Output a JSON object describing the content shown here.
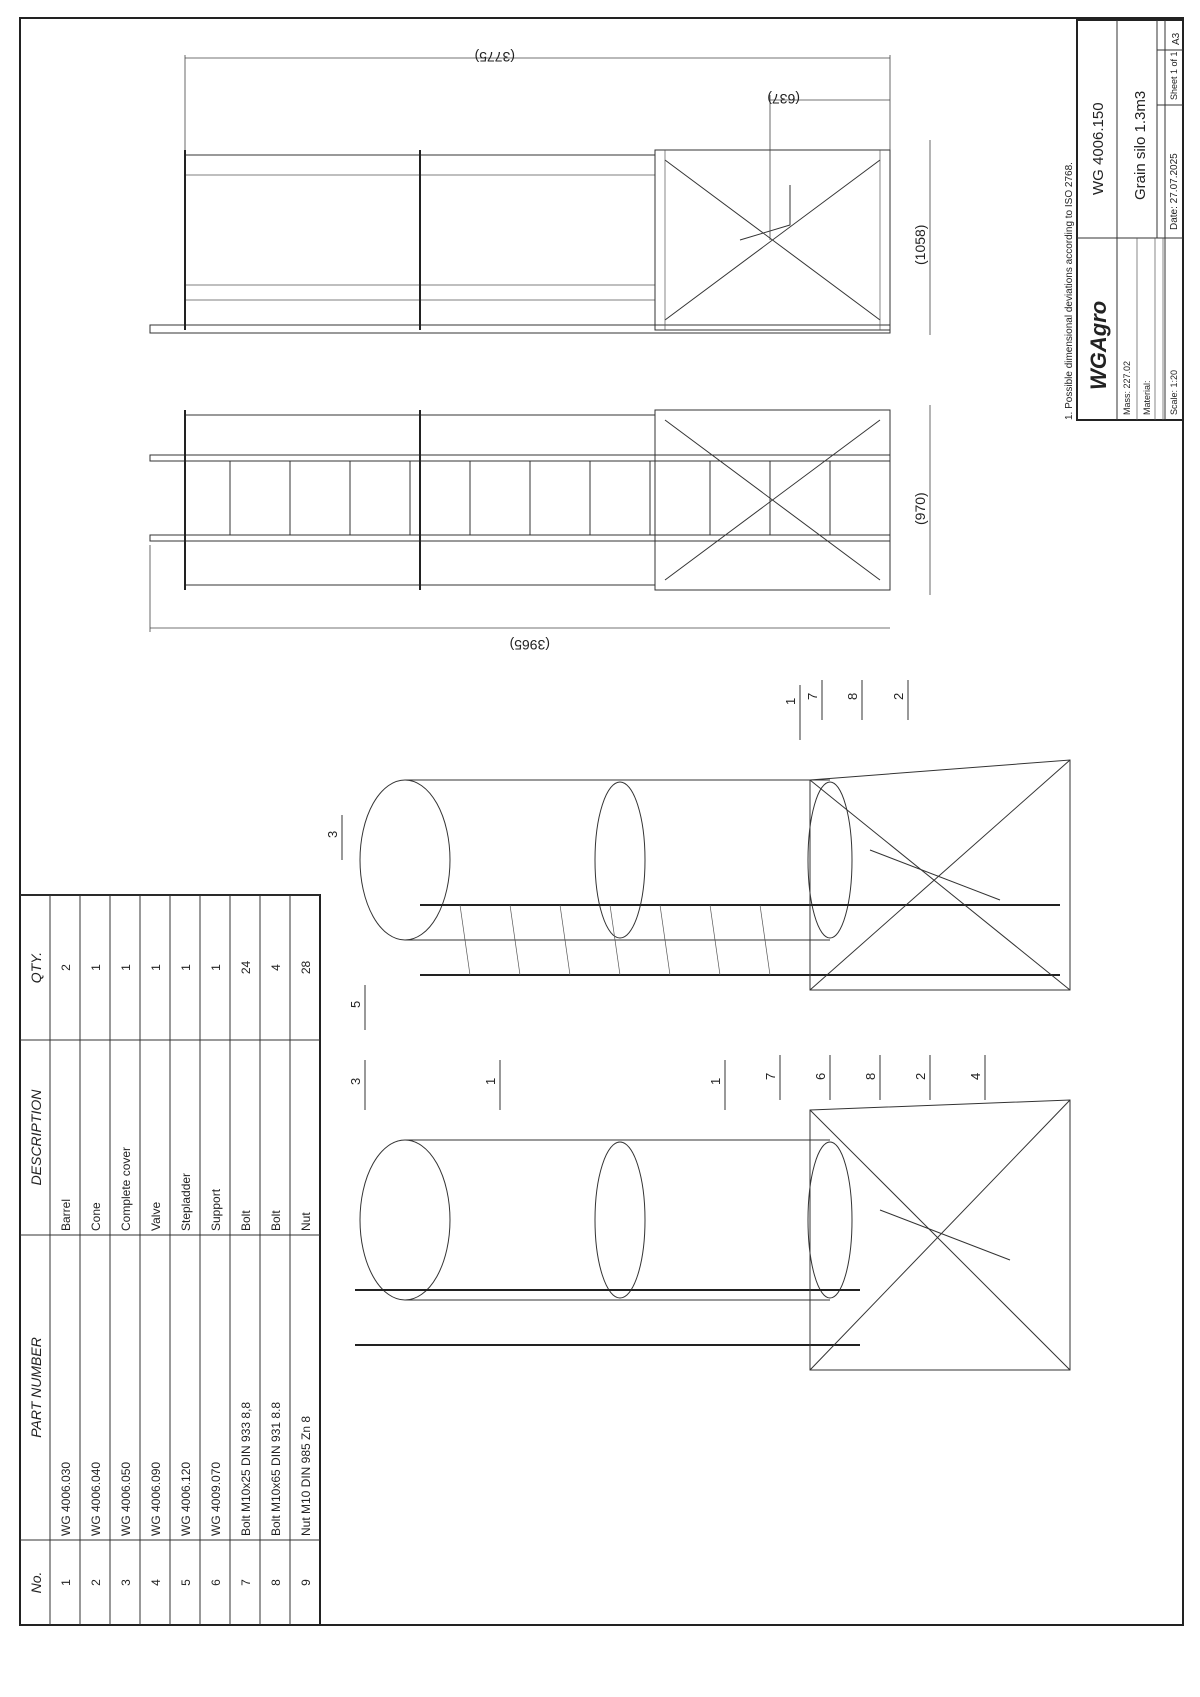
{
  "notes": "1. Possible dimensional deviations according to ISO 2768.",
  "title_block": {
    "company": "WGAgro",
    "drawing_number": "WG 4006.150",
    "title": "Grain silo 1.3m3",
    "mass": "Mass: 227.02",
    "material": "Material:",
    "scale": "Scale: 1:20",
    "date": "Date: 27.07.2025",
    "sheet": "Sheet 1 of 1",
    "format": "A3"
  },
  "dimensions": {
    "overall_height_side": "(3775)",
    "valve_offset": "(637)",
    "support_width_side": "(1058)",
    "support_width_front": "(970)",
    "overall_height_front": "(3965)"
  },
  "parts_table": {
    "headers": {
      "no": "No.",
      "part_number": "PART NUMBER",
      "description": "DESCRIPTION",
      "qty": "QTY."
    },
    "rows": [
      {
        "no": "1",
        "part_number": "WG 4006.030",
        "description": "Barrel",
        "qty": "2"
      },
      {
        "no": "2",
        "part_number": "WG 4006.040",
        "description": "Cone",
        "qty": "1"
      },
      {
        "no": "3",
        "part_number": "WG 4006.050",
        "description": "Complete cover",
        "qty": "1"
      },
      {
        "no": "4",
        "part_number": "WG 4006.090",
        "description": "Valve",
        "qty": "1"
      },
      {
        "no": "5",
        "part_number": "WG 4006.120",
        "description": "Stepladder",
        "qty": "1"
      },
      {
        "no": "6",
        "part_number": "WG 4009.070",
        "description": "Support",
        "qty": "1"
      },
      {
        "no": "7",
        "part_number": "Bolt M10x25 DIN 933 8,8",
        "description": "Bolt",
        "qty": "24"
      },
      {
        "no": "8",
        "part_number": "Bolt M10x65 DIN 931 8.8",
        "description": "Bolt",
        "qty": "4"
      },
      {
        "no": "9",
        "part_number": "Nut M10 DIN 985 Zn 8",
        "description": "Nut",
        "qty": "28"
      }
    ]
  },
  "balloons": {
    "upper_iso": [
      "3",
      "5",
      "1",
      "7",
      "8",
      "2"
    ],
    "lower_iso": [
      "3",
      "1",
      "1",
      "7",
      "6",
      "8",
      "2",
      "4"
    ]
  }
}
